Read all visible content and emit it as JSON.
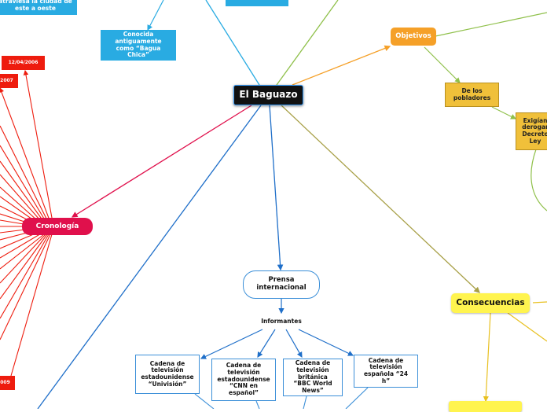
{
  "root": {
    "label": "El Baguazo"
  },
  "nodes": {
    "top_left_blue": "atraviesa la ciudad de este a oeste",
    "conocida": "Conocida antiguamente como “Bagua Chica”",
    "date_2006": "12/04/2006",
    "date_2007": "2007",
    "date_009": "009",
    "cronologia": "Cronología",
    "objetivos": "Objetivos",
    "pobladores": "De los pobladores",
    "exigian": "Exigían derogar Decreto Ley",
    "consecuencias": "Consecuencias",
    "prensa": "Prensa internacional",
    "informantes": "Informantes",
    "univision": "Cadena de televisión estadounidense “Univisión”",
    "cnn": "Cadena de televisión estadounidense “CNN en español”",
    "bbc": "Cadena de televisión británica “BBC World News”",
    "tve24h": "Cadena de televisión española “24 h”"
  },
  "colors": {
    "blue_node": "#29abe2",
    "red_node": "#ee1c0e",
    "cronologia_pink": "#e0104c",
    "objetivos_orange": "#f5a028",
    "pobladores_ochre": "#f0c03a",
    "consecuencias_yellow": "#fff44f",
    "root_dark": "#111111",
    "connector_blue": "#1f6fc9",
    "connector_green": "#8fc04a",
    "connector_olive": "#a8a048"
  }
}
